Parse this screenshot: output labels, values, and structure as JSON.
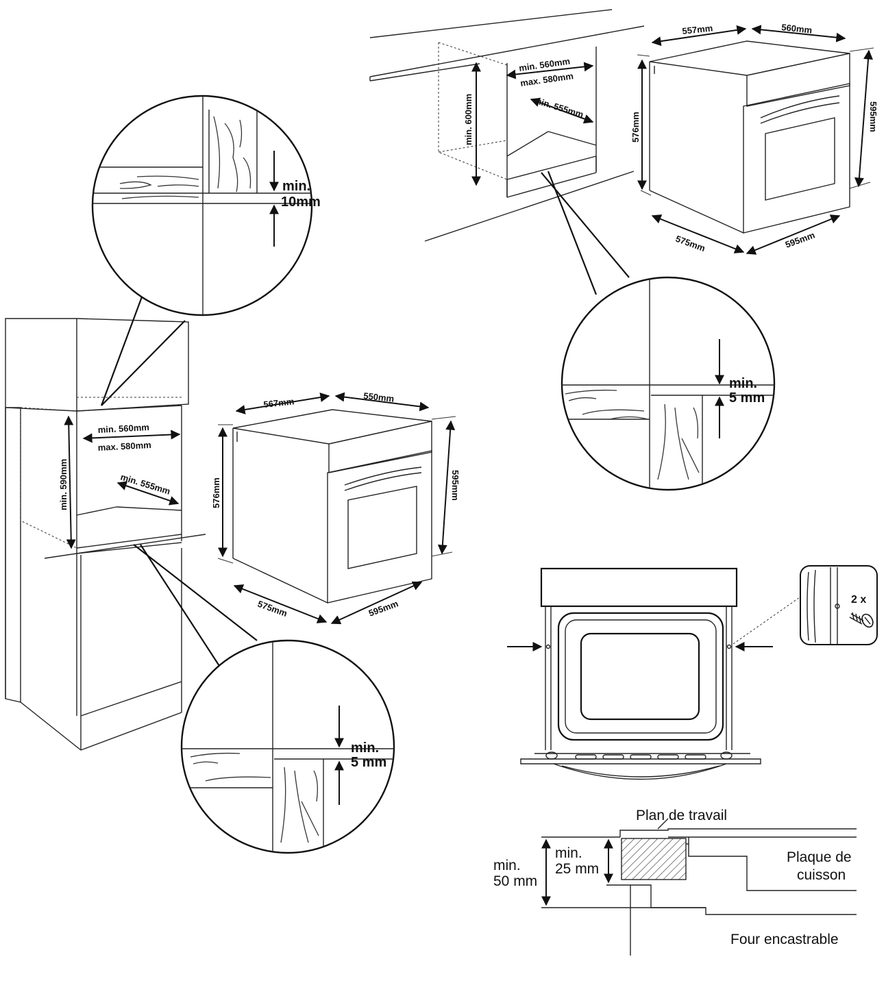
{
  "top_cabinet": {
    "min_width": "min. 560mm",
    "max_width": "max. 580mm",
    "min_depth": "min. 555mm",
    "min_height": "min. 600mm"
  },
  "top_oven": {
    "depth_top": "557mm",
    "width_top": "560mm",
    "height_left": "576mm",
    "height_right": "595mm",
    "depth_bottom": "575mm",
    "width_bottom": "595mm"
  },
  "top_detail": {
    "clearance_min": "min.",
    "clearance_val": "5 mm"
  },
  "column_detail": {
    "clearance_min": "min.",
    "clearance_val": "10mm"
  },
  "column_cabinet": {
    "min_width": "min. 560mm",
    "max_width": "max. 580mm",
    "min_depth": "min. 555mm",
    "min_height": "min. 590mm"
  },
  "middle_oven": {
    "depth_top": "567mm",
    "width_top": "550mm",
    "height_left": "576mm",
    "height_right": "595mm",
    "depth_bottom": "575mm",
    "width_bottom": "595mm"
  },
  "bottom_detail": {
    "clearance_min": "min.",
    "clearance_val": "5 mm"
  },
  "screws": {
    "count": "2 x"
  },
  "section": {
    "worktop": "Plan de travail",
    "hob_line1": "Plaque de",
    "hob_line2": "cuisson",
    "oven": "Four encastrable",
    "min50_line1": "min.",
    "min50_line2": "50 mm",
    "min25_line1": "min.",
    "min25_line2": "25 mm"
  }
}
